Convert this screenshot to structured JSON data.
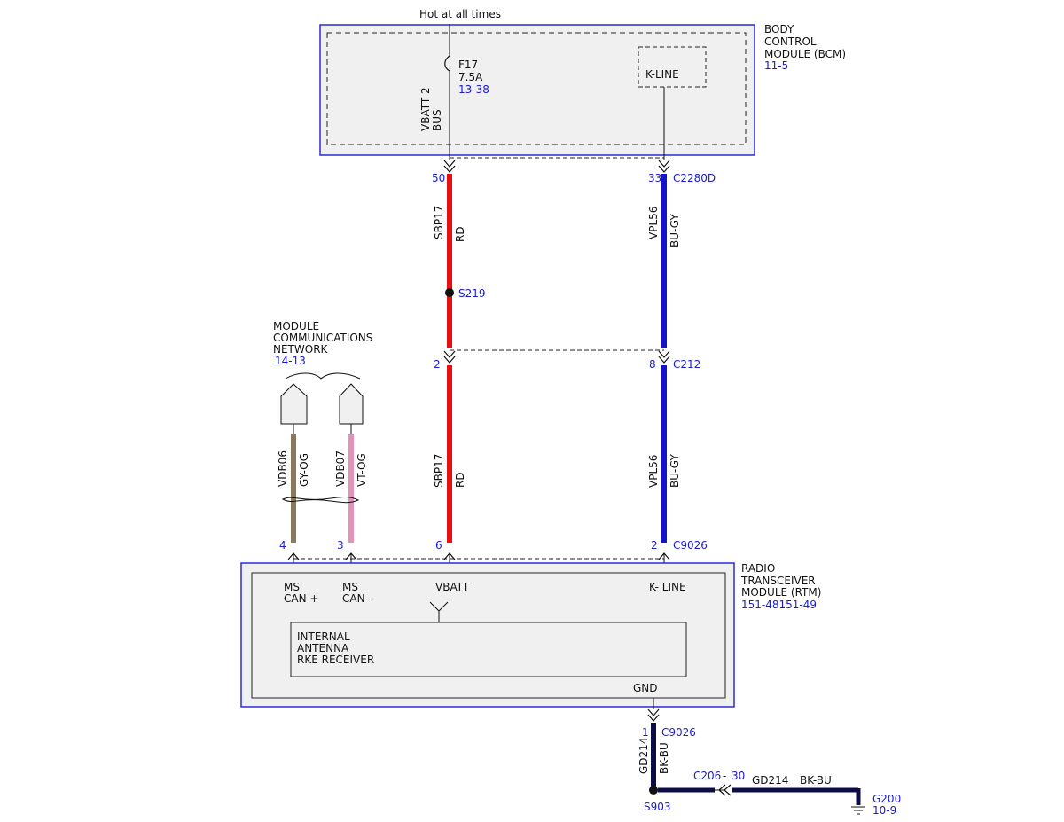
{
  "power_source": {
    "label": "Hot at all times"
  },
  "bcm": {
    "name_lines": [
      "BODY",
      "CONTROL",
      "MODULE (BCM)"
    ],
    "ref": "11-5",
    "fuse": {
      "name": "F17",
      "rating": "7.5A",
      "ref": "13-38"
    },
    "bus_lines": [
      "VBATT 2",
      "BUS"
    ],
    "kline_label": "K-LINE"
  },
  "network": {
    "name_lines": [
      "MODULE",
      "COMMUNICATIONS",
      "NETWORK"
    ],
    "ref": "14-13"
  },
  "connectors": {
    "c2280d": {
      "name": "C2280D",
      "pin_power": "50",
      "pin_kline": "33"
    },
    "c212": {
      "name": "C212",
      "pin_power": "2",
      "pin_kline": "8"
    },
    "c9026_top": {
      "name": "C9026",
      "pin_can_plus": "4",
      "pin_can_minus": "3",
      "pin_power": "6",
      "pin_kline": "2"
    },
    "c9026_gnd": {
      "name": "C9026",
      "pin": "1"
    },
    "c206": {
      "name": "C206",
      "pin": "30",
      "separator": "-"
    }
  },
  "splices": {
    "s219": "S219",
    "s903": "S903"
  },
  "wires": {
    "power": {
      "circuit": "SBP17",
      "color_code": "RD",
      "color": "#e81010"
    },
    "kline": {
      "circuit": "VPL56",
      "color_code": "BU-GY",
      "color": "#1414c8"
    },
    "can_plus": {
      "circuit": "VDB06",
      "color_code": "GY-OG",
      "color": "#8a7a5a"
    },
    "can_minus": {
      "circuit": "VDB07",
      "color_code": "VT-OG",
      "color": "#e592b8"
    },
    "ground": {
      "circuit": "GD214",
      "color_code": "BK-BU",
      "color": "#0d0d45"
    }
  },
  "rtm": {
    "name_lines": [
      "RADIO",
      "TRANSCEIVER",
      "MODULE (RTM)"
    ],
    "ref": "151-48151-49",
    "pins": {
      "can_plus_lines": [
        "MS",
        "CAN +"
      ],
      "can_minus_lines": [
        "MS",
        "CAN -"
      ],
      "vbatt": "VBATT",
      "kline": "K- LINE",
      "gnd": "GND"
    },
    "inner_lines": [
      "INTERNAL",
      "ANTENNA",
      "RKE RECEIVER"
    ]
  },
  "ground_point": {
    "name": "G200",
    "ref": "10-9"
  },
  "colors": {
    "module_border": "#2a2ad8",
    "module_fill": "#f0f0f0",
    "ref_text": "#1a1ad4"
  }
}
